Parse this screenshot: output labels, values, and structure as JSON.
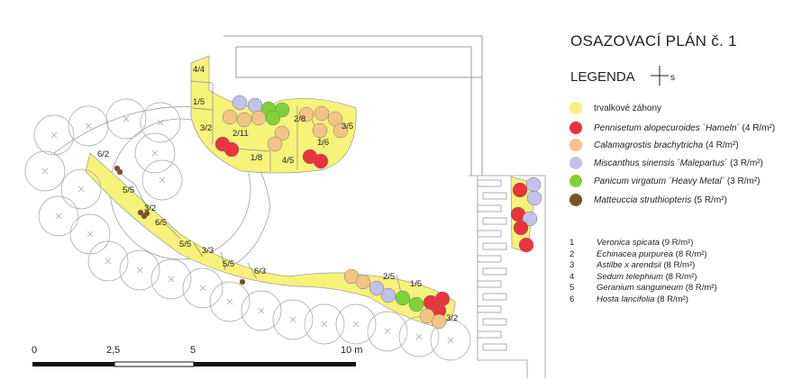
{
  "title": "OSAZOVACÍ PLÁN č. 1",
  "legend_title": "LEGENDA",
  "north_label": "s",
  "legend": [
    {
      "color": "#f6f27a",
      "name": "trvalkové záhony",
      "italic": "",
      "rate": ""
    },
    {
      "color": "#e8343a",
      "name": "",
      "italic": "Pennisetum alopecuroides ´Hameln´",
      "rate": " (4 R/m²)"
    },
    {
      "color": "#f2c584",
      "name": "",
      "italic": "Calamagrostis brachytricha",
      "rate": " (4 R/m²)"
    },
    {
      "color": "#c3c0ea",
      "name": "",
      "italic": "Miscanthus sinensis ´Malepartus´",
      "rate": " (3 R/m²)"
    },
    {
      "color": "#7ed23a",
      "name": "",
      "italic": "Panicum virgatum ´Heavy Metal´",
      "rate": " (3 R/m²)"
    },
    {
      "color": "#7a531b",
      "name": "",
      "italic": "Matteuccia struthiopteris",
      "rate": " (5 R/m²)"
    }
  ],
  "numbered": [
    {
      "n": "1",
      "name": "Veronica spicata",
      "rate": " (9 R/m²)"
    },
    {
      "n": "2",
      "name": "Echinacea purpurea",
      "rate": " (8 R/m²)"
    },
    {
      "n": "3",
      "name": "Astilbe x arendsii",
      "rate": " (8 R/m²)"
    },
    {
      "n": "4",
      "name": "Sedum telephium",
      "rate": " (8 R/m²)"
    },
    {
      "n": "5",
      "name": "Geranium sanguineum",
      "rate": " (8 R/m²)"
    },
    {
      "n": "6",
      "name": "Hosta lancifolia",
      "rate": " (8 R/m²)"
    }
  ],
  "scale_labels": [
    "0",
    "2,5",
    "5",
    "10 m"
  ],
  "bed_labels": [
    "4/4",
    "1/5",
    "3/2",
    "2/11",
    "2/8",
    "3/5",
    "1/6",
    "1/8",
    "4/5",
    "6/2",
    "5/5",
    "3/2",
    "6/5",
    "5/5",
    "3/3",
    "5/5",
    "6/3",
    "2/5",
    "1/5",
    "3/2"
  ]
}
